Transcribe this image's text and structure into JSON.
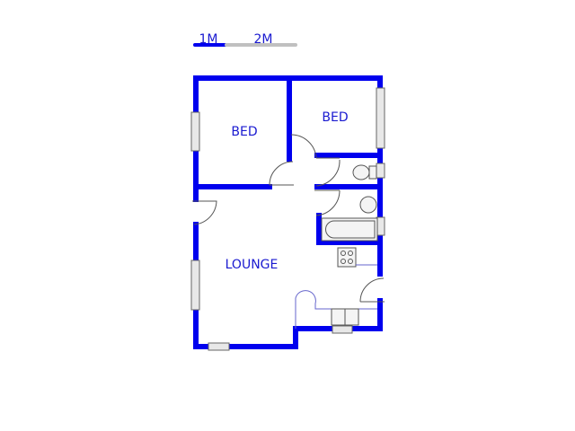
{
  "scale_bar": {
    "label_1": "1M",
    "label_2": "2M"
  },
  "rooms": {
    "bed_1": "BED",
    "bed_2": "BED",
    "lounge": "LOUNGE"
  },
  "colors": {
    "wall": "#0000ee",
    "label": "#1a1ad0",
    "scale_grey": "#c0c0c0"
  }
}
